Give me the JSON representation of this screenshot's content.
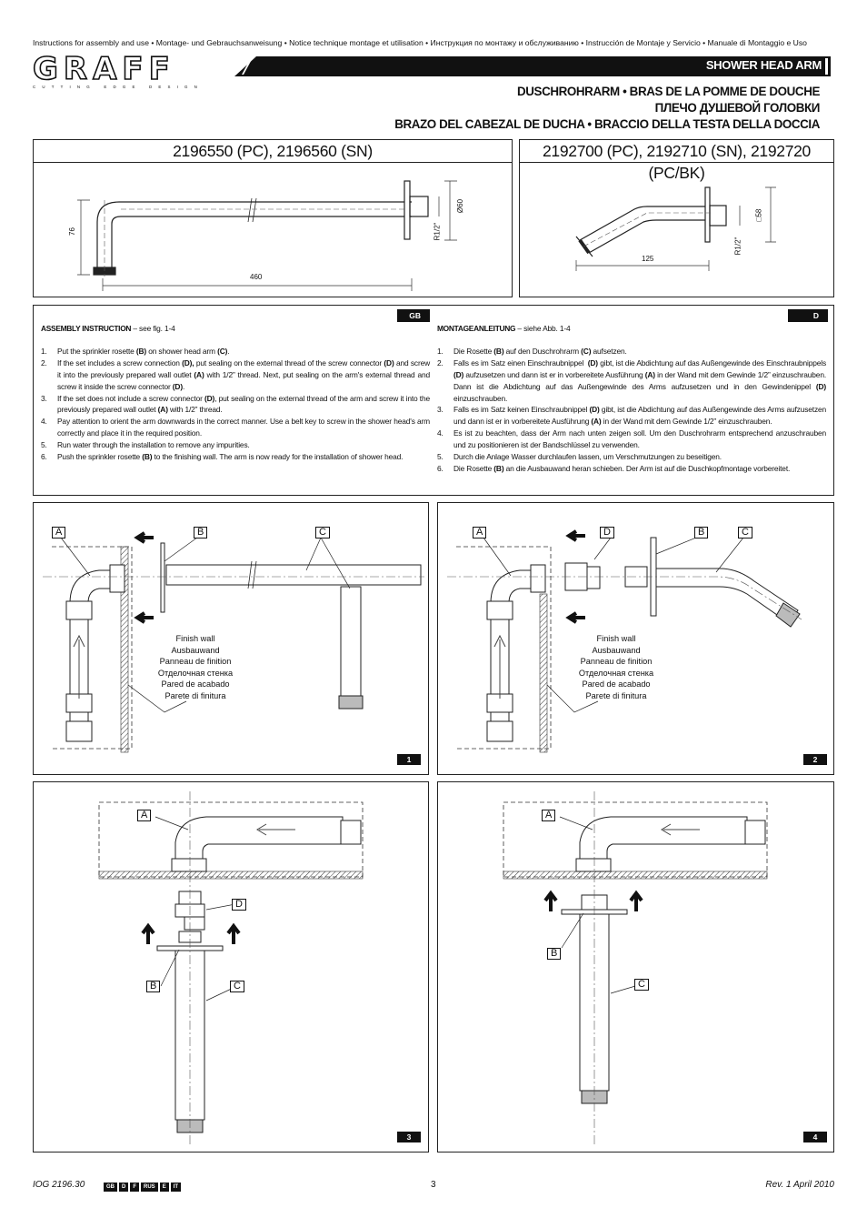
{
  "header": {
    "top_line": "Instructions for assembly and use • Montage- und Gebrauchsanweisung • Notice technique montage et utilisation • Инструкция по монтажу и обслуживанию • Instrucción de Montaje y Servicio • Manuale di Montaggio e Uso",
    "logo_text": "GRAFF",
    "logo_tagline": "CUTTING EDGE DESIGN",
    "banner": "SHOWER HEAD ARM",
    "titles": [
      "DUSCHROHRARM • BRAS DE LA POMME DE DOUCHE",
      "ПЛЕЧО ДУШЕВОЙ ГОЛОВКИ",
      "BRAZO DEL CABEZAL DE DUCHA • BRACCIO DELLA TESTA DELLA DOCCIA"
    ]
  },
  "models": {
    "left": {
      "title": "2196550 (PC), 2196560 (SN)",
      "dims": {
        "height": "76",
        "length": "460",
        "diam": "Ø60",
        "thread": "R1/2\""
      }
    },
    "right": {
      "title": "2192700 (PC), 2192710 (SN), 2192720 (PC/BK)",
      "dims": {
        "length": "125",
        "square": "□58",
        "thread": "R1/2\""
      }
    }
  },
  "instructions": {
    "gb": {
      "tab": "GB",
      "heading": "ASSEMBLY INSTRUCTION",
      "heading_suffix": " – see fig. 1-4",
      "steps": [
        {
          "n": "1.",
          "html": "Put the sprinkler rosette <b>(B)</b> on shower head arm <b>(C)</b>."
        },
        {
          "n": "2.",
          "html": "If the set includes a screw connection <b>(D),</b> put sealing on the external thread of the screw connector <b>(D)</b> and screw it into the previously prepared wall outlet <b>(A)</b> with 1/2” thread. Next, put sealing on the arm's external thread and screw it inside the screw connector <b>(D)</b>."
        },
        {
          "n": "3.",
          "html": "If the set does not include a screw connector <b>(D)</b>, put sealing on the external thread of the arm and screw it into the previously prepared wall outlet <b>(A)</b> with 1/2” thread."
        },
        {
          "n": "4.",
          "html": "Pay attention to orient the arm downwards in the correct manner. Use a belt key to screw in the shower head's arm correctly and place it in the required position."
        },
        {
          "n": "5.",
          "html": "Run water through the installation to remove any impurities."
        },
        {
          "n": "6.",
          "html": "Push the sprinkler rosette <b>(B)</b> to the finishing wall. The arm is now ready for the installation of shower head."
        }
      ]
    },
    "d": {
      "tab": "D",
      "heading": "MONTAGEANLEITUNG",
      "heading_suffix": " – siehe Abb. 1-4",
      "steps": [
        {
          "n": "1.",
          "html": "Die Rosette <b>(B)</b> auf den Duschrohrarm <b>(C)</b> aufsetzen."
        },
        {
          "n": "2.",
          "html": "Falls es im Satz einen Einschraubnippel &nbsp;<b>(D)</b> gibt, ist die Abdichtung auf das Außengewinde des Einschraubnippels <b>(D)</b> aufzusetzen und dann ist er in vorbereitete Ausführung <b>(A)</b> in der Wand mit dem Gewinde 1/2” einzuschrauben. Dann ist die Abdichtung auf das Außengewinde des Arms aufzusetzen und in den Gewindenippel <b>(D)</b> einzuschrauben."
        },
        {
          "n": "3.",
          "html": "Falls es im Satz keinen Einschraubnippel <b>(D)</b> gibt, ist die Abdichtung auf das Außengewinde des Arms aufzusetzen und dann ist er in vorbereitete Ausführung <b>(A)</b> in der Wand mit dem Gewinde 1/2” einzuschrauben."
        },
        {
          "n": "4.",
          "html": "Es ist zu beachten, dass der Arm nach unten zeigen soll. Um den Duschrohrarm entsprechend anzuschrauben und zu positionieren ist der Bandschlüssel zu verwenden."
        },
        {
          "n": "5.",
          "html": "Durch die Anlage Wasser durchlaufen lassen, um Verschmutzungen zu beseitigen."
        },
        {
          "n": "6.",
          "html": "Die Rosette <b>(B)</b> an die Ausbauwand heran schieben. Der Arm ist auf die Duschkopfmontage vorbereitet."
        }
      ]
    }
  },
  "figures": {
    "labels": {
      "a": "A",
      "b": "B",
      "c": "C",
      "d": "D"
    },
    "finish_wall": [
      "Finish wall",
      "Ausbauwand",
      "Panneau de finition",
      "Отделочная стенка",
      "Pared de acabado",
      "Parete di finitura"
    ],
    "numbers": [
      "1",
      "2",
      "3",
      "4"
    ]
  },
  "footer": {
    "doc_id": "IOG 2196.30",
    "langs": [
      "GB",
      "D",
      "F",
      "RUS",
      "E",
      "IT"
    ],
    "page": "3",
    "rev": "Rev. 1 April 2010"
  }
}
